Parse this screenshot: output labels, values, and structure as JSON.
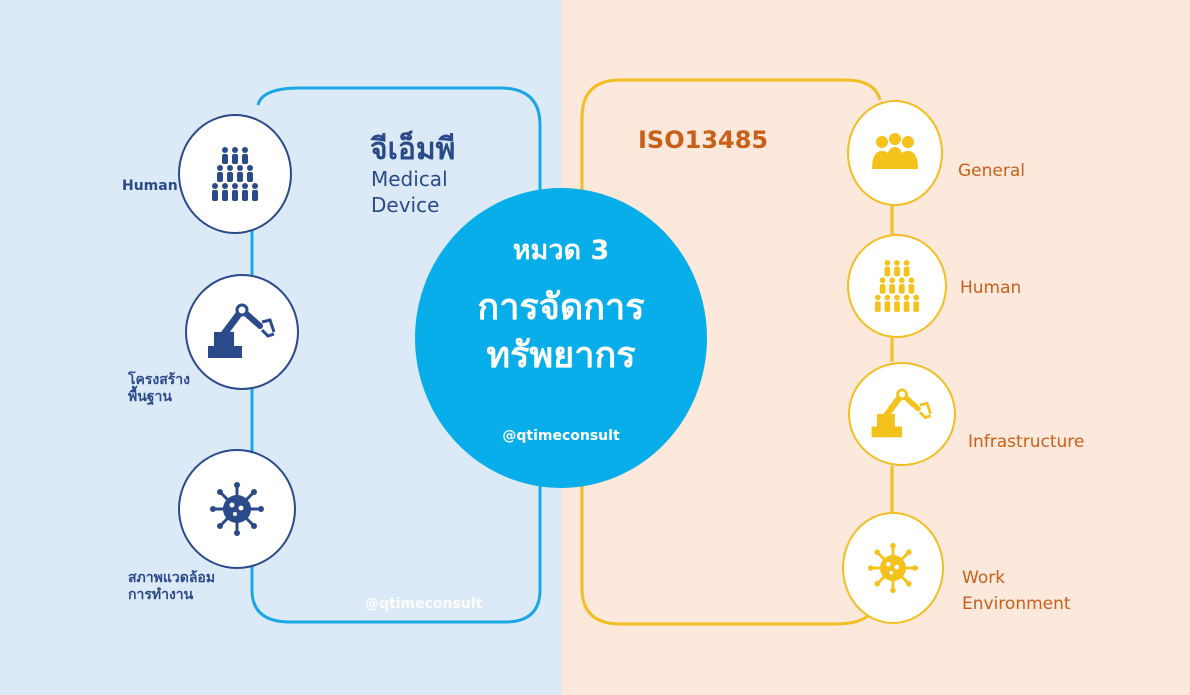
{
  "colors": {
    "left_bg": "#dce9f6",
    "right_bg": "#fde8dc",
    "blue_line": "#1aa8e4",
    "gold_line": "#f2be22",
    "icon_blue": "#2b4a8a",
    "icon_gold": "#f5c21c",
    "center_fill": "#08aeea",
    "text_orange": "#c8601a"
  },
  "left": {
    "title_th": "จีเอ็มพี",
    "title_en_line1": "Medical",
    "title_en_line2": "Device",
    "items": [
      {
        "icon": "people-group-icon",
        "label_line1": "Human",
        "label_line2": ""
      },
      {
        "icon": "robot-arm-icon",
        "label_line1": "โครงสร้าง",
        "label_line2": "พื้นฐาน"
      },
      {
        "icon": "virus-icon",
        "label_line1": "สภาพแวดล้อม",
        "label_line2": "การทำงาน"
      }
    ],
    "watermark": "@qtimeconsult"
  },
  "center": {
    "subtitle": "หมวด 3",
    "title_line1": "การจัดการ",
    "title_line2": "ทรัพยากร",
    "handle": "@qtimeconsult"
  },
  "right": {
    "title": "ISO13485",
    "items": [
      {
        "icon": "team-icon",
        "label_line1": "General",
        "label_line2": ""
      },
      {
        "icon": "people-group-icon",
        "label_line1": "Human",
        "label_line2": ""
      },
      {
        "icon": "robot-arm-icon",
        "label_line1": "Infrastructure",
        "label_line2": ""
      },
      {
        "icon": "virus-icon",
        "label_line1": "Work",
        "label_line2": "Environment"
      }
    ]
  }
}
